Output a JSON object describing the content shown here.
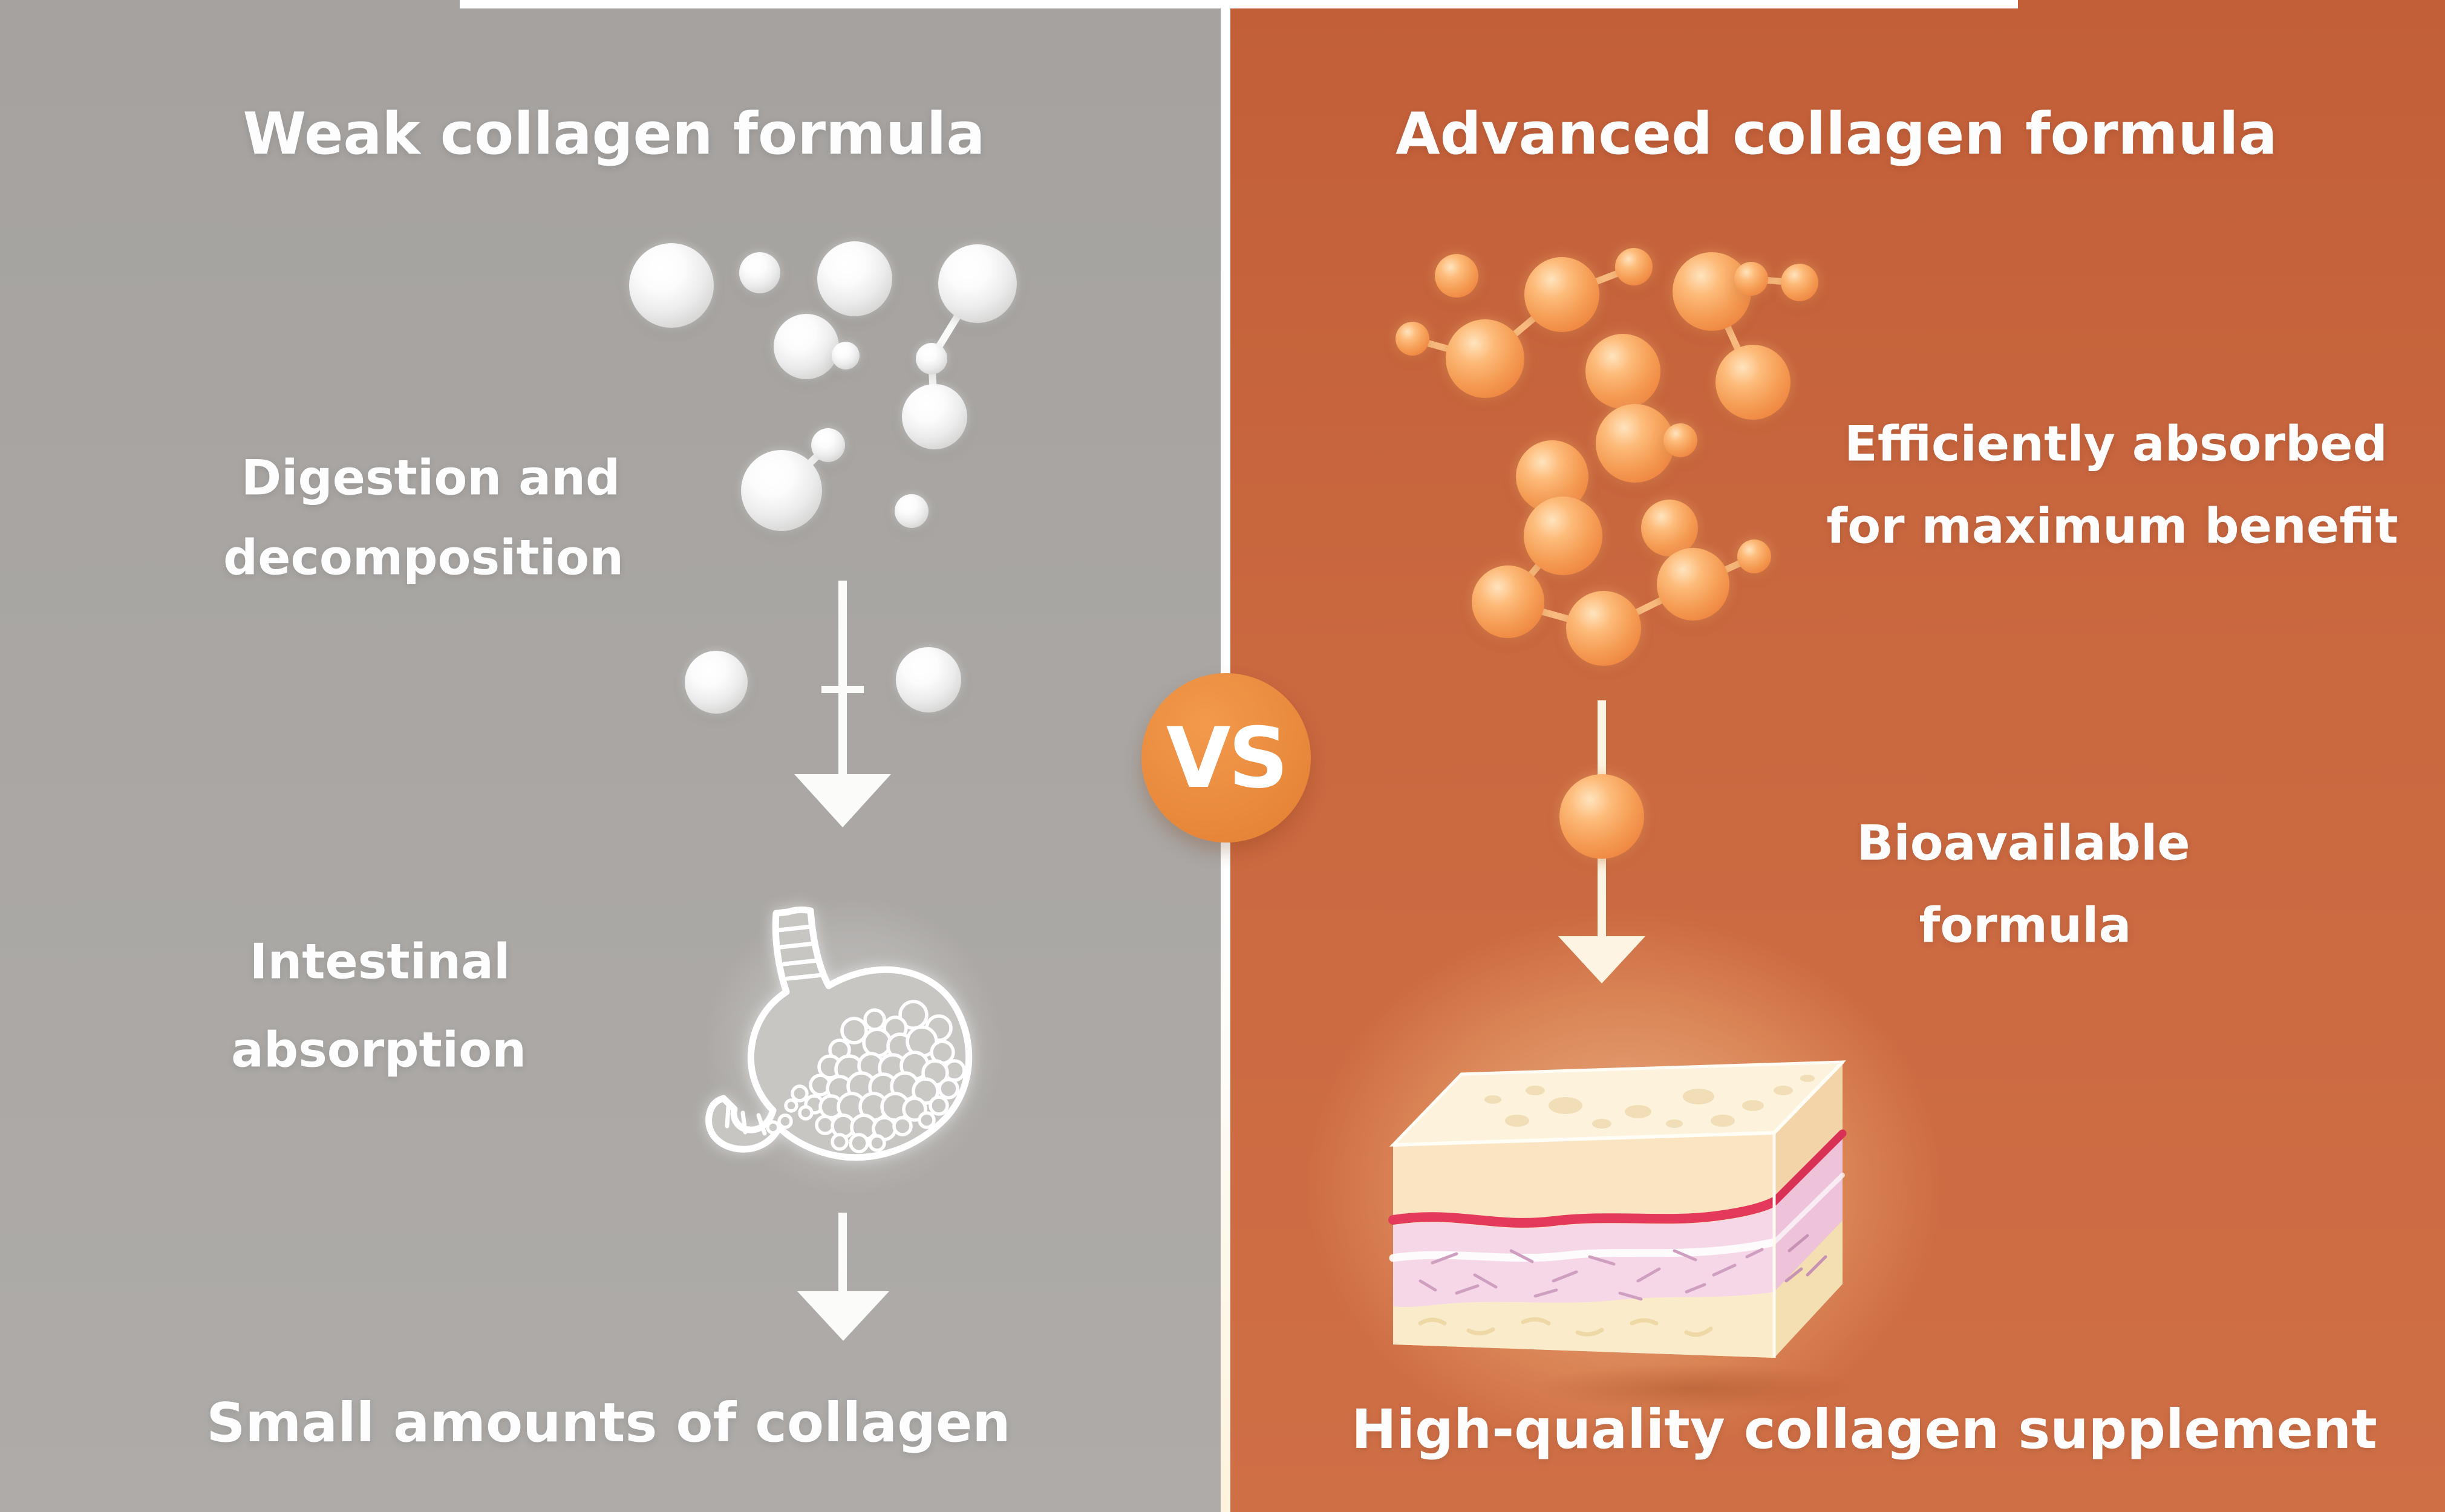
{
  "left_panel": {
    "title": "Weak collagen formula",
    "step1_line1": "Digestion and",
    "step1_line2": "decomposition",
    "step2_line1": "Intestinal",
    "step2_line2": "absorption",
    "result_label": "Small amounts of collagen",
    "bg_color": "#a9a6a3",
    "text_color": "#fdfdfd",
    "molecule_color": "#e9e9e9"
  },
  "right_panel": {
    "title": "Advanced collagen formula",
    "benefit_line1": "Efficiently absorbed",
    "benefit_line2": "for maximum benefit",
    "formula_line1": "Bioavailable",
    "formula_line2": "formula",
    "result_label": "High-quality collagen supplement",
    "bg_color": "#ca6840",
    "text_color": "#fdf7f0",
    "molecule_color": "#f59d55"
  },
  "vs_badge": {
    "label": "VS",
    "bg_color": "#e8863c",
    "text_color": "#ffffff"
  },
  "icons": {
    "stomach": "stomach-icon",
    "skin_cross_section": "skin-cross-section-icon",
    "down_arrow": "down-arrow-icon",
    "molecule": "collagen-molecule-icon"
  }
}
